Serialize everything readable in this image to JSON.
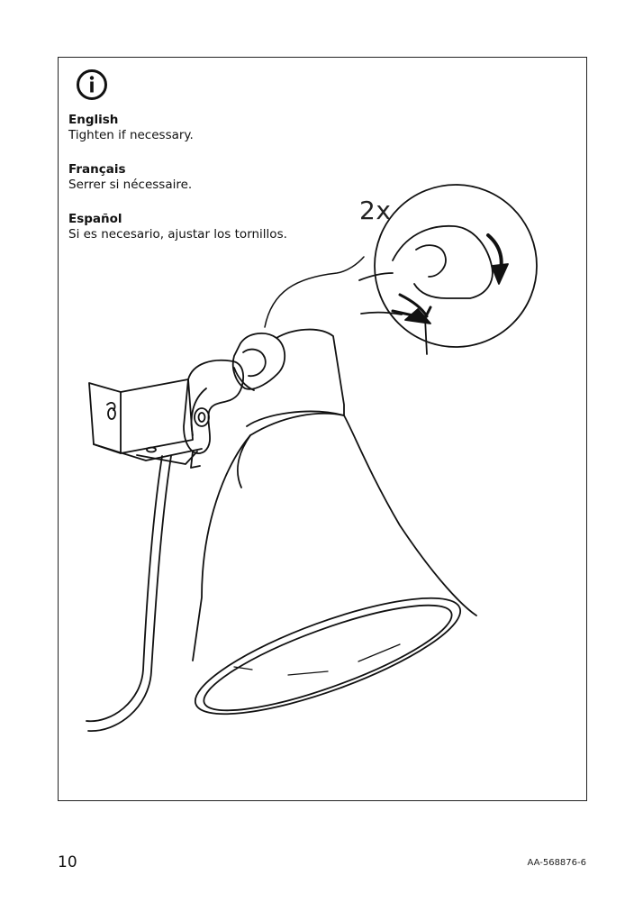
{
  "instructions": [
    {
      "language": "English",
      "text": "Tighten if necessary."
    },
    {
      "language": "Français",
      "text": "Serrer si nécessaire."
    },
    {
      "language": "Español",
      "text": "Si es necesario, ajustar los tornillos."
    }
  ],
  "illustration": {
    "multiplier": "2x"
  },
  "footer": {
    "page_number": "10",
    "document_code": "AA-568876-6"
  },
  "icons": {
    "info": "info-circle-icon"
  }
}
